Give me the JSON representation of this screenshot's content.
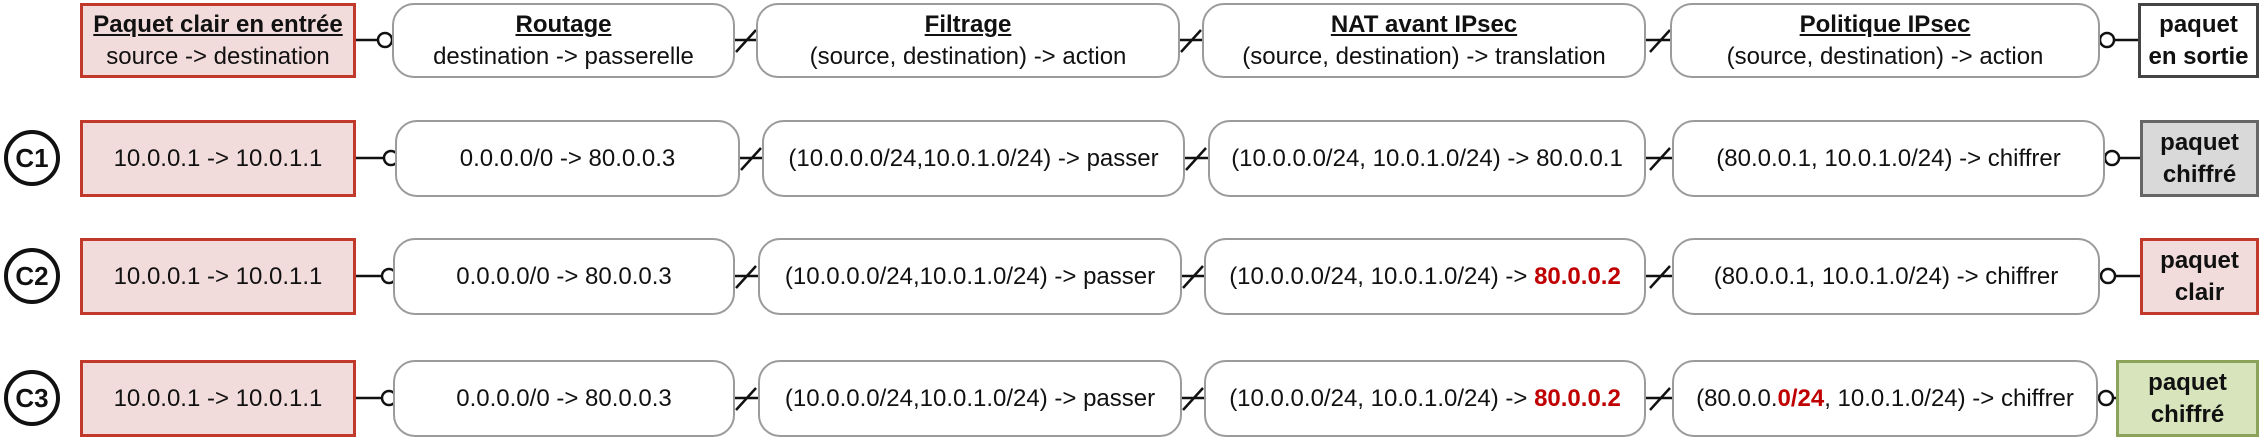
{
  "header": {
    "input": {
      "title": "Paquet clair en entrée",
      "sub": "source -> destination"
    },
    "routing": {
      "title": "Routage",
      "sub": "destination -> passerelle"
    },
    "filtering": {
      "title": "Filtrage",
      "sub": "(source,  destination) -> action"
    },
    "nat": {
      "title": "NAT avant IPsec",
      "sub": "(source,  destination) -> translation"
    },
    "policy": {
      "title": "Politique IPsec",
      "sub": "(source,  destination) -> action"
    },
    "output": {
      "line1": "paquet",
      "line2": "en sortie"
    }
  },
  "cases": [
    {
      "label": "C1",
      "input": "10.0.0.1 -> 10.0.1.1",
      "routing": "0.0.0.0/0 -> 80.0.0.3",
      "filtering": "(10.0.0.0/24,10.0.1.0/24) -> passer",
      "nat_prefix": "(10.0.0.0/24, 10.0.1.0/24) -> ",
      "nat_value": "80.0.0.1",
      "policy_prefix": "(80.0.0.1",
      "policy_highlight": "",
      "policy_suffix": ", 10.0.1.0/24) -> chiffrer",
      "output_line1": "paquet",
      "output_line2": "chiffré",
      "output_color": "#d9d9d9"
    },
    {
      "label": "C2",
      "input": "10.0.0.1 -> 10.0.1.1",
      "routing": "0.0.0.0/0 -> 80.0.0.3",
      "filtering": "(10.0.0.0/24,10.0.1.0/24) -> passer",
      "nat_prefix": "(10.0.0.0/24, 10.0.1.0/24) -> ",
      "nat_value": "80.0.0.2",
      "policy_prefix": "(80.0.0.1",
      "policy_highlight": "",
      "policy_suffix": ", 10.0.1.0/24) -> chiffrer",
      "output_line1": "paquet",
      "output_line2": "clair",
      "output_color": "#f2dcdb"
    },
    {
      "label": "C3",
      "input": "10.0.0.1 -> 10.0.1.1",
      "routing": "0.0.0.0/0 -> 80.0.0.3",
      "filtering": "(10.0.0.0/24,10.0.1.0/24) -> passer",
      "nat_prefix": "(10.0.0.0/24, 10.0.1.0/24) -> ",
      "nat_value": "80.0.0.2",
      "policy_prefix": "(80.0.0.",
      "policy_highlight": "0/24",
      "policy_suffix": ", 10.0.1.0/24) -> chiffrer",
      "output_line1": "paquet",
      "output_line2": "chiffré",
      "output_color": "#d8e4bc"
    }
  ],
  "colors": {
    "input_fill": "#f2dcdb",
    "input_border": "#c0392b",
    "highlight": "#c00000",
    "stage_border": "#9b9b9b"
  }
}
